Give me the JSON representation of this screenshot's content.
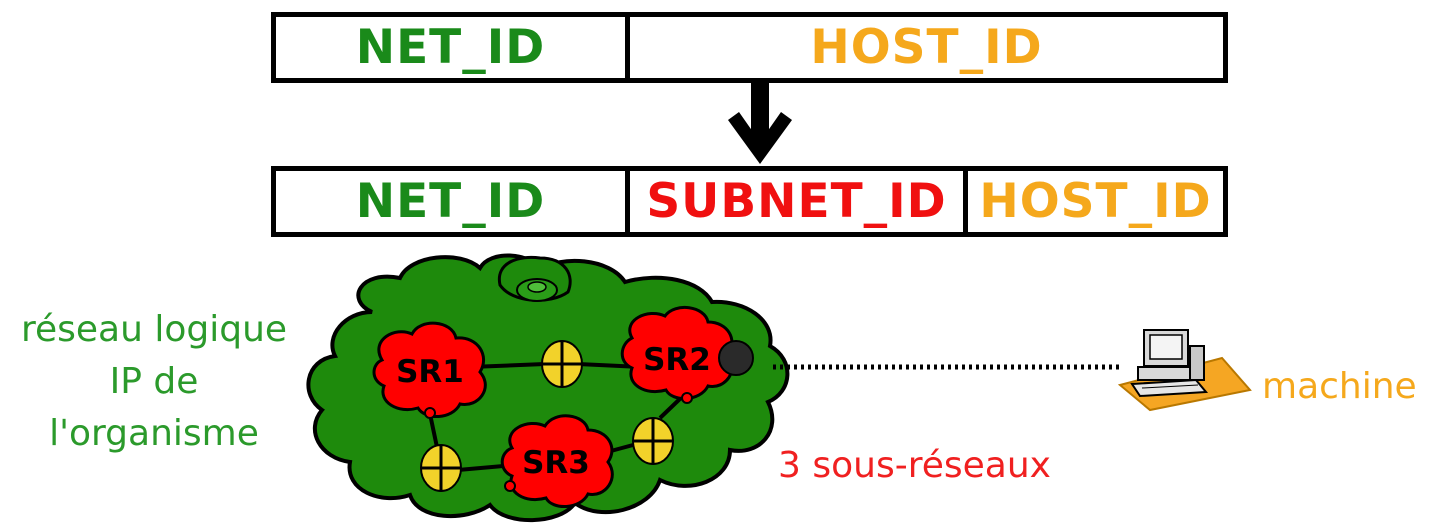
{
  "address_original": {
    "net_id": "NET_ID",
    "host_id": "HOST_ID"
  },
  "address_subnetted": {
    "net_id": "NET_ID",
    "subnet_id": "SUBNET_ID",
    "host_id": "HOST_ID"
  },
  "network": {
    "label_lines": [
      "réseau logique",
      "IP de",
      "l'organisme"
    ],
    "subnets": [
      "SR1",
      "SR2",
      "SR3"
    ],
    "subnets_caption": "3 sous-réseaux",
    "machine_label": "machine"
  },
  "colors": {
    "net_id": "#1a8a1a",
    "subnet_id": "#f01010",
    "host_id": "#f5a81c",
    "cloud": "#1e8a0c",
    "subnet_cloud": "#ff0000",
    "router": "#f2d22a",
    "org_label": "#2b9a2b",
    "subnets_caption": "#f02020",
    "machine_label": "#f5a81c",
    "machine_base": "#f5a623"
  }
}
